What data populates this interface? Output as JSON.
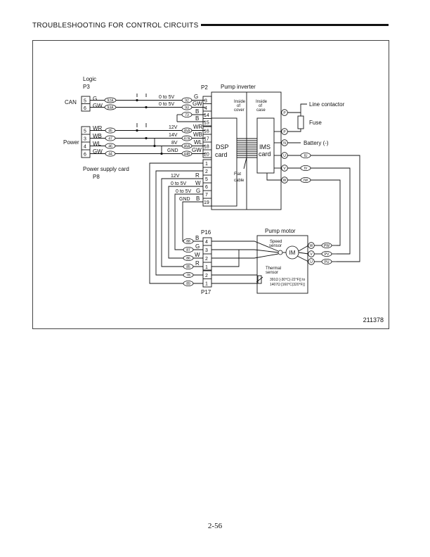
{
  "header": {
    "title": "TROUBLESHOOTING FOR CONTROL CIRCUITS"
  },
  "figure_id": "211378",
  "page_number": "2-56",
  "logic": {
    "label": "Logic",
    "connector": "P3",
    "can_label": "CAN",
    "pins": [
      {
        "pin": "5",
        "color": "G",
        "wire": "92A"
      },
      {
        "pin": "6",
        "color": "GW",
        "wire": "93A"
      }
    ]
  },
  "power": {
    "label": "Power",
    "pins": [
      {
        "pin": "5",
        "color": "WR",
        "wire": "45"
      },
      {
        "pin": "3",
        "color": "WB",
        "wire": "47"
      },
      {
        "pin": "4",
        "color": "WL",
        "wire": "46"
      },
      {
        "pin": "6",
        "color": "GW",
        "wire": "44"
      }
    ],
    "card_label": "Power supply card",
    "card_connector": "P8"
  },
  "pump_inverter": {
    "title": "Pump inverter",
    "connector": "P2",
    "inside_cover": "Inside\nof\ncover",
    "inside_case": "Inside\nof\ncase",
    "dsp_card": "DSP\ncard",
    "ims_card": "IMS\ncard",
    "flat_cable": "Flat\ncable",
    "can_wires": [
      {
        "wire": "92",
        "label": "0 to 5V",
        "color": "G",
        "pin": "3"
      },
      {
        "wire": "93",
        "label": "0 to 5V",
        "color": "GW",
        "pin": "4"
      }
    ],
    "b_wire": {
      "wire": "73",
      "color": "B",
      "pin": "14"
    },
    "pin15": {
      "color": "B",
      "pin": "15"
    },
    "power_wires": [
      {
        "wire": "45A",
        "label": "12V",
        "color": "WR",
        "pin": "16"
      },
      {
        "wire": "47A",
        "label": "14V",
        "color": "WB",
        "pin": "17"
      },
      {
        "wire": "46A",
        "label": "8V",
        "color": "WL",
        "pin": "18"
      },
      {
        "wire": "44B",
        "label": "GND",
        "color": "GW",
        "pin": "20"
      }
    ],
    "sensor_pins": [
      {
        "pin": "1",
        "label": "",
        "color": ""
      },
      {
        "pin": "2",
        "label": "",
        "color": ""
      },
      {
        "pin": "5",
        "label": "12V",
        "color": "R"
      },
      {
        "pin": "6",
        "label": "0 to 5V",
        "color": "W"
      },
      {
        "pin": "7",
        "label": "0 to 5V",
        "color": "G"
      },
      {
        "pin": "19",
        "label": "GND",
        "color": "B"
      }
    ],
    "terminals": {
      "p": "P",
      "n": "N",
      "u": "U",
      "v": "V",
      "w": "W"
    },
    "term_wires": {
      "p1": "P",
      "p2": "P",
      "n": "N",
      "u": "U",
      "v": "V",
      "w": "W"
    },
    "out_wires": {
      "u": "IU",
      "v": "IV",
      "w": "IW"
    }
  },
  "line_contactor": "Line contactor",
  "fuse": "Fuse",
  "battery": "Battery (-)",
  "pump_motor": {
    "title": "Pump motor",
    "connector_top": "P16",
    "connector_bottom": "P17",
    "speed_sensor": "Speed\nsensor",
    "motor": "IM",
    "thermal_sensor": "Thermal\nsensor",
    "thermal_spec": "391Ω [-30°C(-22°F)] to\n1407Ω [160°C(320°F)]",
    "p16_pins": [
      {
        "pin": "4",
        "color": "B",
        "wire": "88"
      },
      {
        "pin": "3",
        "color": "G",
        "wire": "87"
      },
      {
        "pin": "2",
        "color": "W",
        "wire": "86"
      },
      {
        "pin": "1",
        "color": "R",
        "wire": "85"
      }
    ],
    "p17_pins": [
      {
        "pin": "2",
        "wire": "78"
      },
      {
        "pin": "1",
        "wire": "89"
      }
    ],
    "terminals": {
      "w": "W",
      "v": "V",
      "u": "U"
    },
    "phase_wires": {
      "w": "PW",
      "v": "PV",
      "u": "PU"
    }
  }
}
